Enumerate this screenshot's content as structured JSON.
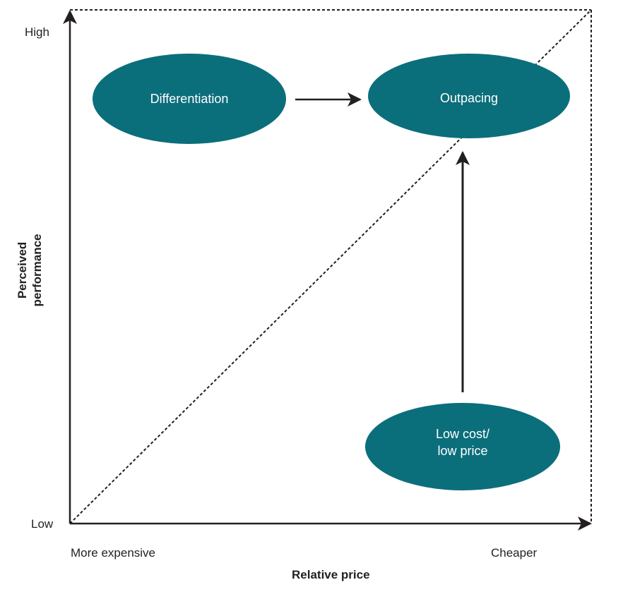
{
  "axes": {
    "y_title": "Perceived\nperformance",
    "y_high": "High",
    "y_low": "Low",
    "x_title": "Relative price",
    "x_left": "More expensive",
    "x_right": "Cheaper"
  },
  "nodes": {
    "differentiation": "Differentiation",
    "outpacing": "Outpacing",
    "low_cost": "Low cost/\nlow price"
  },
  "colors": {
    "node_fill": "#0b6e7b",
    "line": "#231f20"
  }
}
